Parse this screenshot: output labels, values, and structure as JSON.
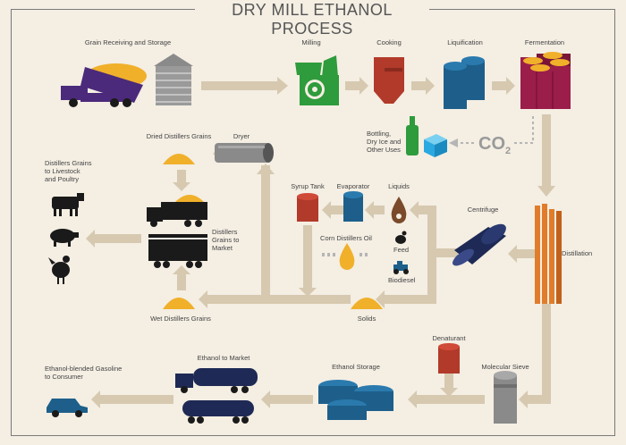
{
  "title": "DRY MILL ETHANOL PROCESS",
  "labels": {
    "grain": "Grain Receiving and Storage",
    "milling": "Milling",
    "cooking": "Cooking",
    "liquification": "Liquification",
    "fermentation": "Fermentation",
    "bottling": "Bottling,\nDry Ice and\nOther Uses",
    "co2": "CO",
    "co2_sub": "2",
    "dried_grains": "Dried Distillers Grains",
    "dryer": "Dryer",
    "livestock": "Distillers Grains\nto Livestock\nand Poultry",
    "market": "Distillers\nGrains to\nMarket",
    "syrup_tank": "Syrup Tank",
    "evaporator": "Evaporator",
    "liquids": "Liquids",
    "corn_oil": "Corn Distillers Oil",
    "feed": "Feed",
    "biodiesel": "Biodiesel",
    "centrifuge": "Centrifuge",
    "distillation": "Distillation",
    "wet_grains": "Wet Distillers Grains",
    "solids": "Solids",
    "ethanol_market": "Ethanol to Market",
    "blended": "Ethanol-blended Gasoline\nto Consumer",
    "ethanol_storage": "Ethanol Storage",
    "denaturant": "Denaturant",
    "molecular_sieve": "Molecular Sieve"
  },
  "colors": {
    "background": "#f4eee3",
    "arrow": "#d6c9b0",
    "purple": "#4b2a7b",
    "grain": "#f0b02a",
    "green": "#2e9b3c",
    "red": "#b23a2a",
    "blue": "#1d5f8a",
    "magenta": "#9b1d4a",
    "orange": "#e07c2a",
    "navy": "#1e2a55",
    "gray": "#8a8a8a",
    "brown": "#7a4a2a",
    "black": "#1a1a1a"
  }
}
